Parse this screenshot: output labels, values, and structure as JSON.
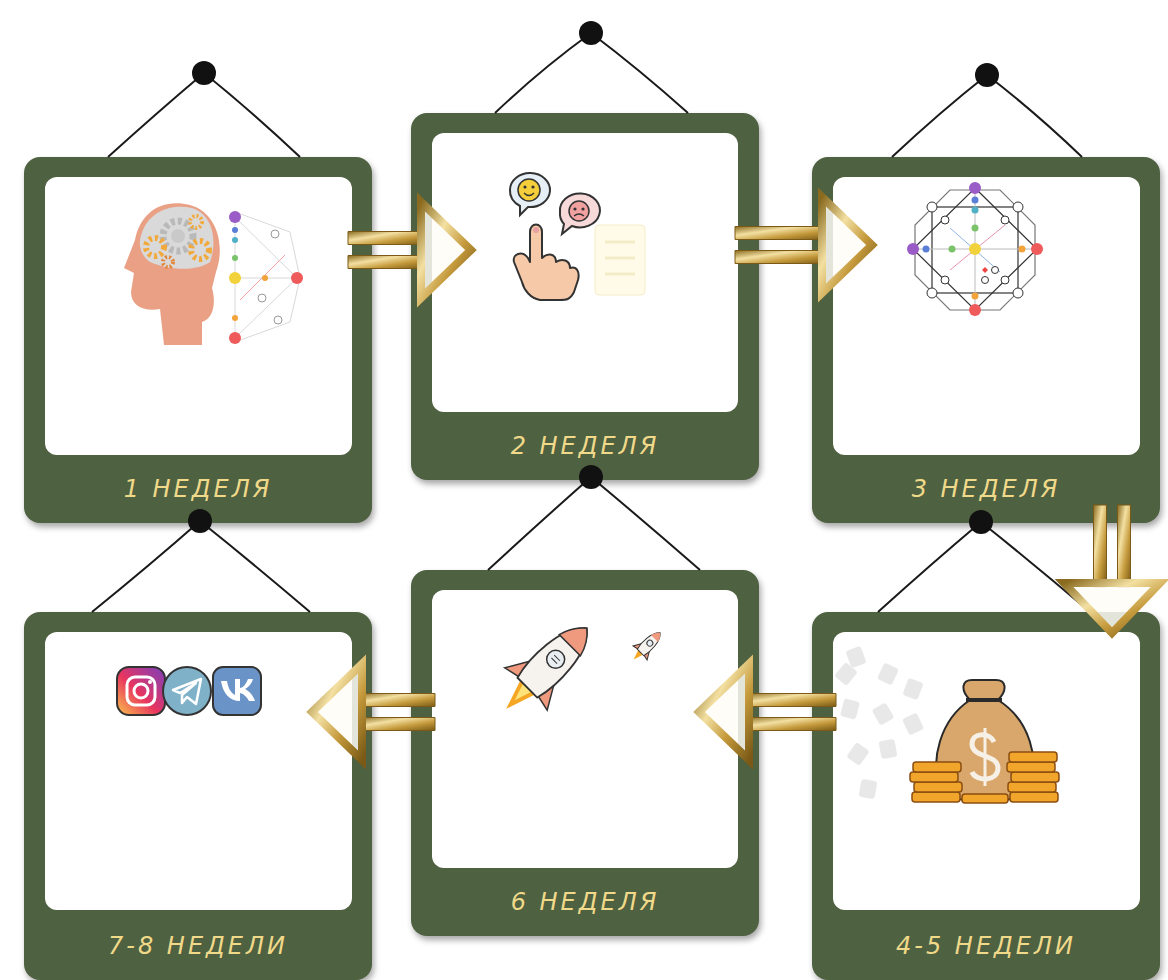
{
  "diagram": {
    "nodes": [
      {
        "text": [
          "1 НЕДЕЛЯ"
        ]
      },
      {
        "text": [
          "2 НЕДЕЛЯ"
        ]
      },
      {
        "text": [
          "3 НЕДЕЛЯ"
        ]
      },
      {
        "text": [
          "4-5 НЕДЕЛИ"
        ]
      },
      {
        "text": [
          "6 НЕДЕЛЯ"
        ]
      },
      {
        "text": [
          "7-8 НЕДЕЛИ"
        ]
      }
    ],
    "edges": [
      {
        "from": 0,
        "to": 1,
        "arrow": "to"
      },
      {
        "from": 1,
        "to": 2,
        "arrow": "to"
      },
      {
        "from": 2,
        "to": 3,
        "arrow": "to"
      },
      {
        "from": 3,
        "to": 4,
        "arrow": "to"
      },
      {
        "from": 4,
        "to": 5,
        "arrow": "to"
      }
    ]
  }
}
